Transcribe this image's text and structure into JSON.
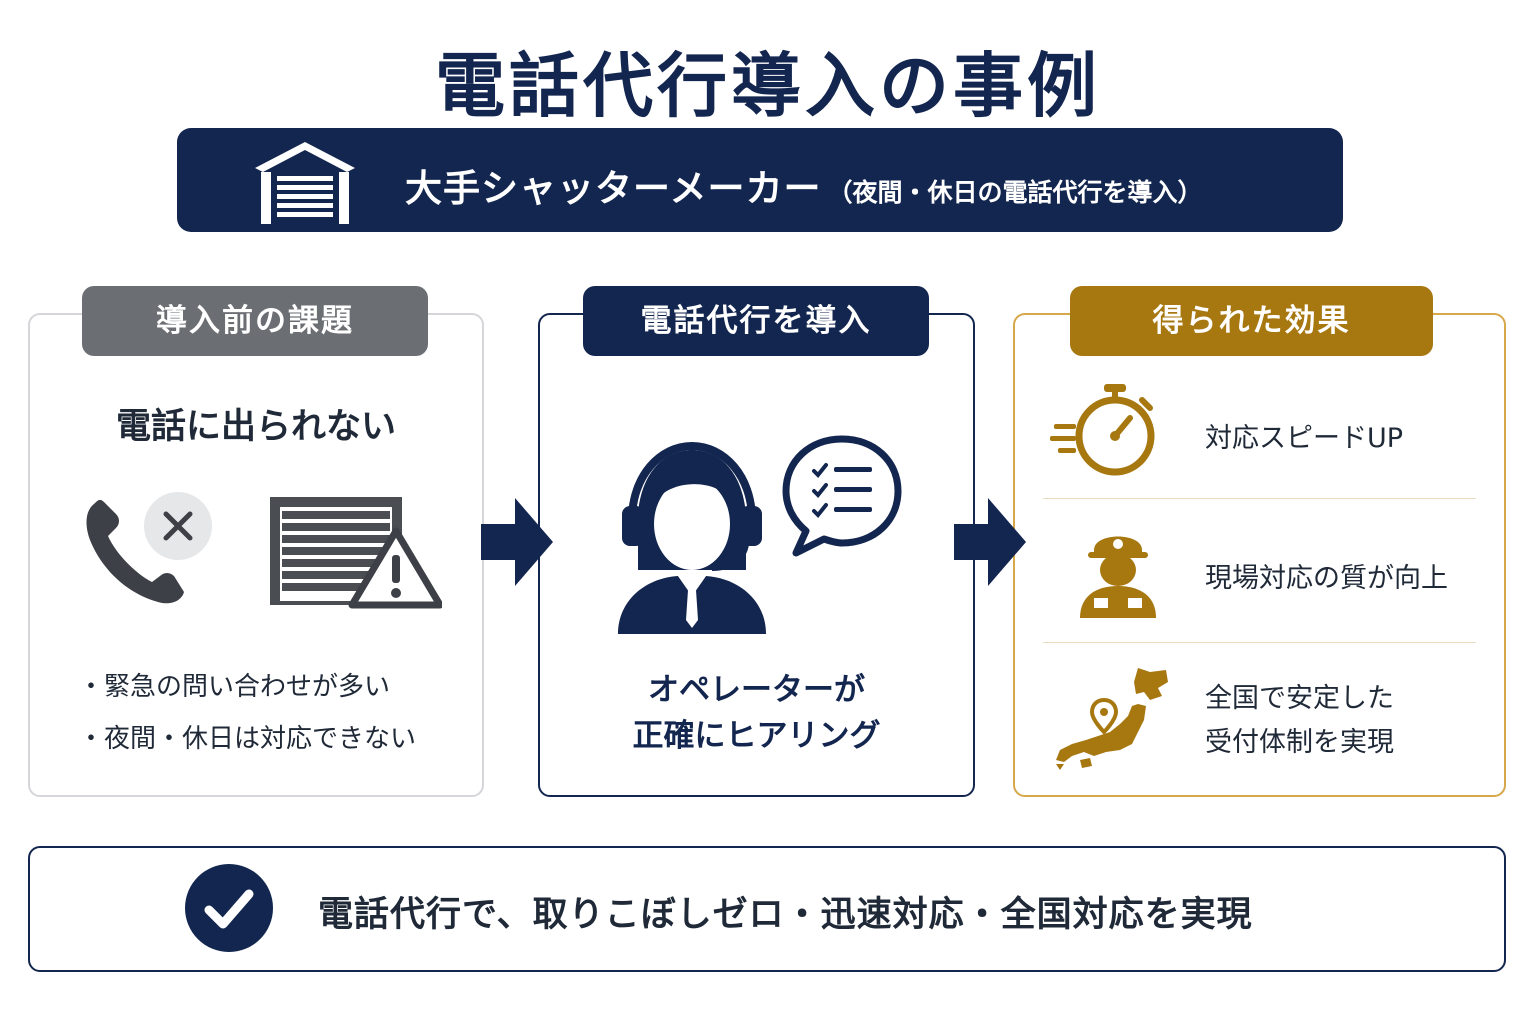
{
  "title": "電話代行導入の事例",
  "banner": {
    "main": "大手シャッターメーカー",
    "sub": "（夜間・休日の電話代行を導入）",
    "icon": "garage-shutter-icon"
  },
  "before": {
    "label": "導入前の課題",
    "headline": "電話に出られない",
    "bullets": [
      "・緊急の問い合わせが多い",
      "・夜間・休日は対応できない"
    ],
    "icons": [
      "phone-missed-icon",
      "shutter-warning-icon"
    ]
  },
  "service": {
    "label": "電話代行を導入",
    "line1": "オペレーターが",
    "line2": "正確にヒアリング",
    "icons": [
      "operator-headset-icon",
      "checklist-speech-bubble-icon"
    ]
  },
  "effects": {
    "label": "得られた効果",
    "items": [
      {
        "text": "対応スピードUP",
        "icon": "stopwatch-icon"
      },
      {
        "text": "現場対応の質が向上",
        "icon": "technician-icon"
      },
      {
        "text_line1": "全国で安定した",
        "text_line2": "受付体制を実現",
        "icon": "japan-map-icon"
      }
    ]
  },
  "footer": {
    "text": "電話代行で、取りこぼしゼロ・迅速対応・全国対応を実現",
    "icon": "check-circle-icon"
  },
  "colors": {
    "navy": "#13264f",
    "gray": "#6b6e73",
    "gold": "#a77710",
    "gold_light": "#d6a84a"
  }
}
